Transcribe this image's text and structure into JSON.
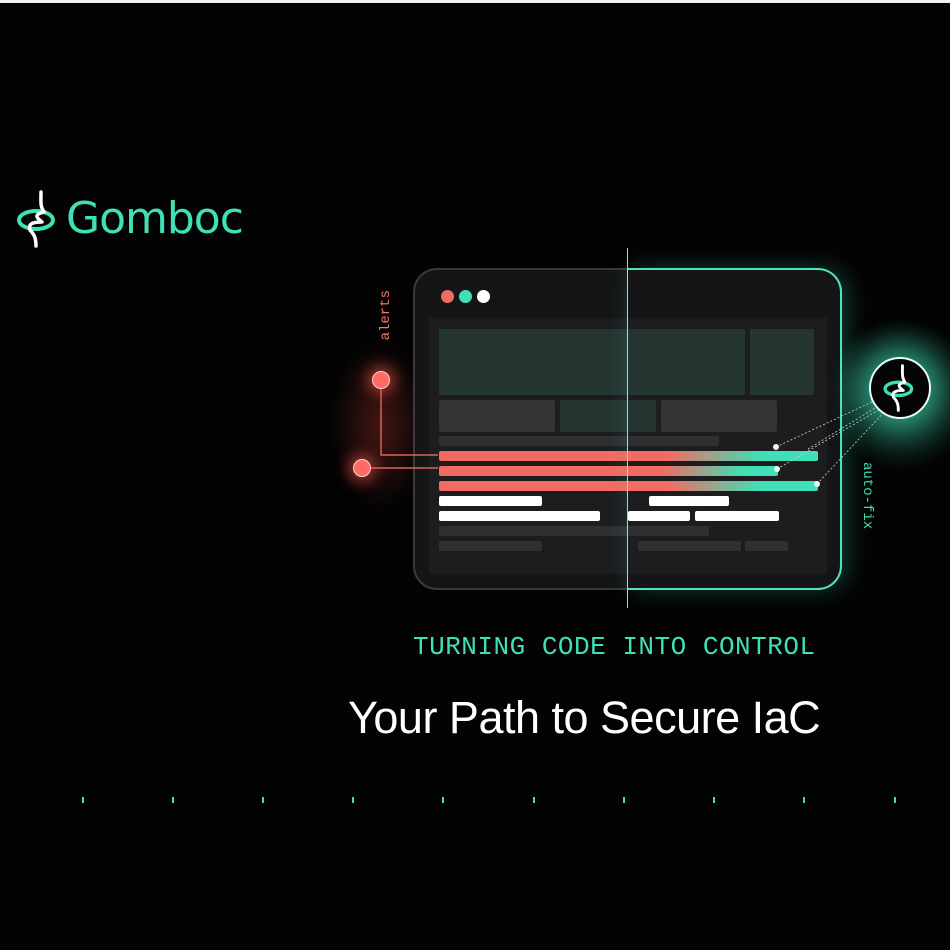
{
  "brand": {
    "name": "Gomboc",
    "icon": "gomboc-logo-icon",
    "color": "#3fe0b6"
  },
  "illustration": {
    "window_dots": [
      {
        "name": "red-dot",
        "color": "#f26b63"
      },
      {
        "name": "green-dot",
        "color": "#3fe0b6"
      },
      {
        "name": "white-dot",
        "color": "#ffffff"
      }
    ],
    "left_label": "alerts",
    "right_label": "auto-fix",
    "alert_color": "#ff6b62",
    "fix_color": "#3fe0b6"
  },
  "tagline": "TURNING CODE INTO CONTROL",
  "headline": "Your Path to Secure IaC",
  "ticks": [
    82,
    172,
    262,
    352,
    442,
    533,
    623,
    713,
    803,
    894
  ]
}
